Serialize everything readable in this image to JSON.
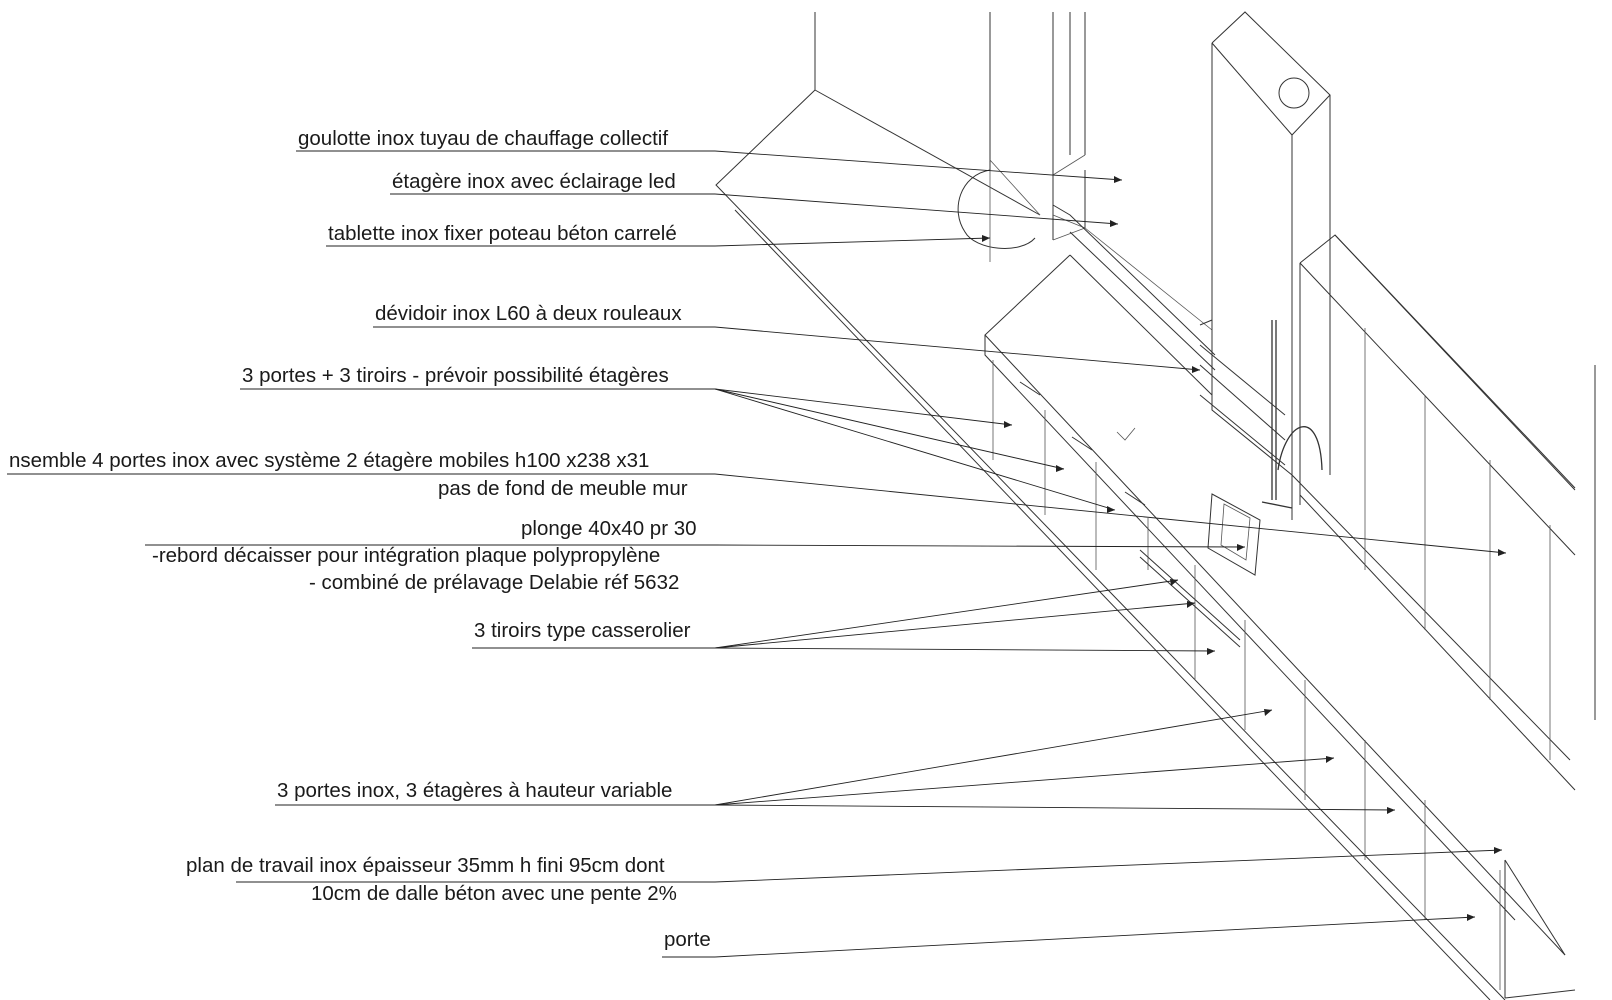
{
  "annotations": [
    {
      "id": "goulotte",
      "lines": [
        "goulotte inox tuyau de chauffage collectif"
      ]
    },
    {
      "id": "etagere",
      "lines": [
        "étagère inox avec éclairage led"
      ]
    },
    {
      "id": "tablette",
      "lines": [
        "tablette inox fixer poteau béton carrelé"
      ]
    },
    {
      "id": "devidoir",
      "lines": [
        "dévidoir inox L60 à deux rouleaux"
      ]
    },
    {
      "id": "portes-tiroirs",
      "lines": [
        "3 portes + 3 tiroirs - prévoir possibilité étagères"
      ]
    },
    {
      "id": "ensemble-portes",
      "lines": [
        "nsemble 4 portes inox avec système 2 étagère mobiles h100 x238 x31",
        "pas de fond de meuble mur"
      ]
    },
    {
      "id": "plonge",
      "lines": [
        "plonge 40x40 pr 30",
        "-rebord décaisser pour intégration plaque polypropylène",
        "- combiné de prélavage Delabie réf 5632"
      ]
    },
    {
      "id": "casserolier",
      "lines": [
        "3 tiroirs type casserolier"
      ]
    },
    {
      "id": "portes-inox",
      "lines": [
        "3 portes inox, 3 étagères à hauteur variable"
      ]
    },
    {
      "id": "plan-travail",
      "lines": [
        "plan de travail inox épaisseur 35mm h fini 95cm dont",
        "10cm de dalle béton avec une pente 2%"
      ]
    },
    {
      "id": "porte",
      "lines": [
        "porte"
      ]
    }
  ]
}
